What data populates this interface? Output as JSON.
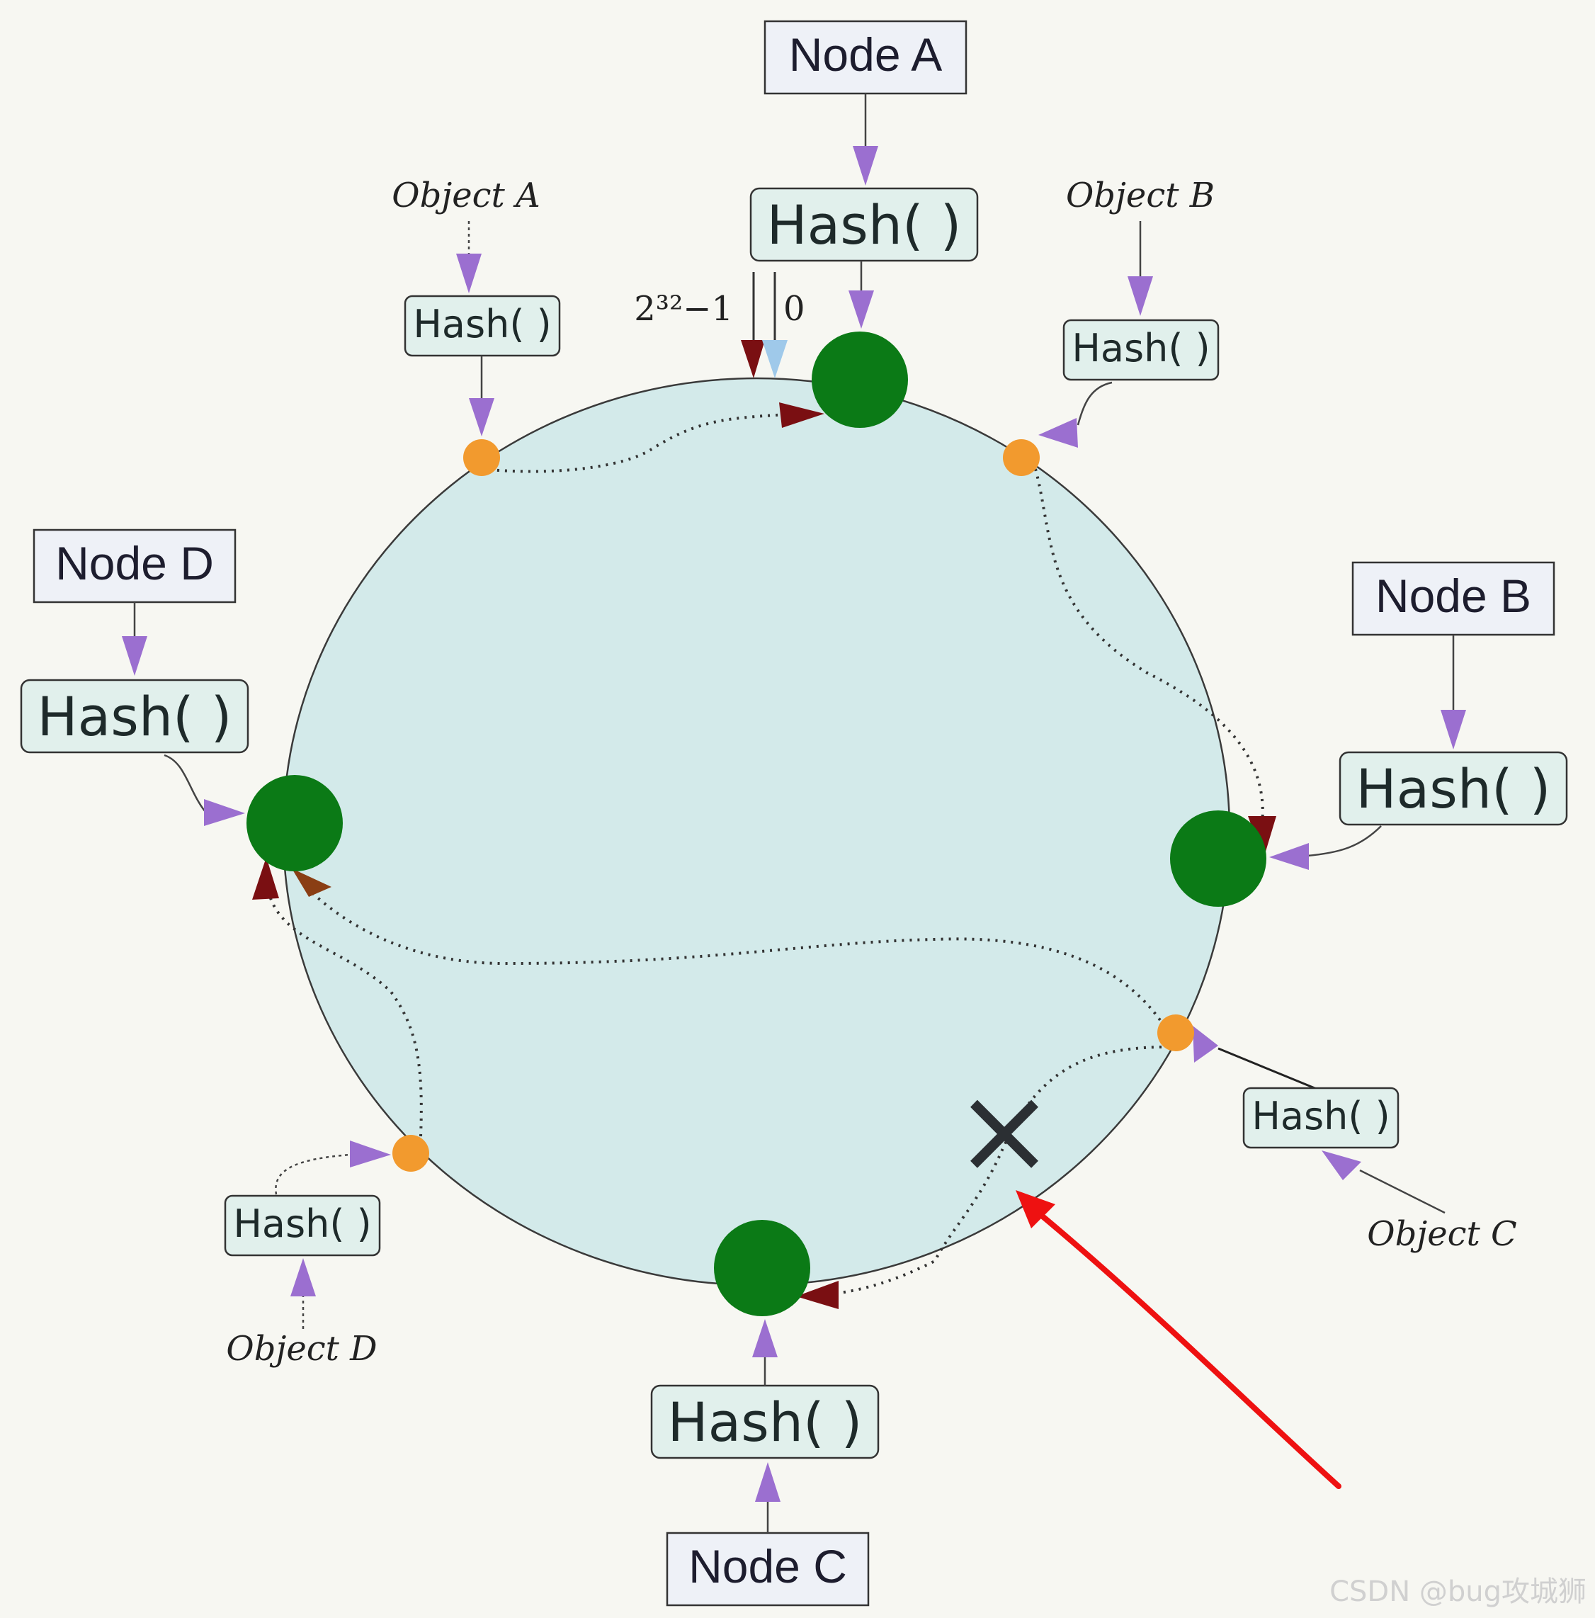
{
  "ring": {
    "range_end_label": "2³²−1",
    "range_start_label": "0"
  },
  "nodes": [
    {
      "id": "A",
      "label": "Node A",
      "hash_label": "Hash( )"
    },
    {
      "id": "B",
      "label": "Node B",
      "hash_label": "Hash( )"
    },
    {
      "id": "C",
      "label": "Node C",
      "hash_label": "Hash( )"
    },
    {
      "id": "D",
      "label": "Node D",
      "hash_label": "Hash( )"
    }
  ],
  "objects": [
    {
      "id": "A",
      "label": "Object A",
      "hash_label": "Hash( )"
    },
    {
      "id": "B",
      "label": "Object B",
      "hash_label": "Hash( )"
    },
    {
      "id": "C",
      "label": "Object C",
      "hash_label": "Hash( )"
    },
    {
      "id": "D",
      "label": "Object D",
      "hash_label": "Hash( )"
    }
  ],
  "removed_marker": "×",
  "watermark": "CSDN @bug攻城狮",
  "colors": {
    "ring_fill": "#d3eaea",
    "node_point": "#0b7a16",
    "object_point": "#f29a2e",
    "hash_box_fill": "#e1f0ec",
    "arrow_purple": "#9b6fd0",
    "arrow_darkred": "#7a0f12",
    "arrow_lightblue": "#9fc9ea",
    "pointer_red": "#ee1111"
  }
}
